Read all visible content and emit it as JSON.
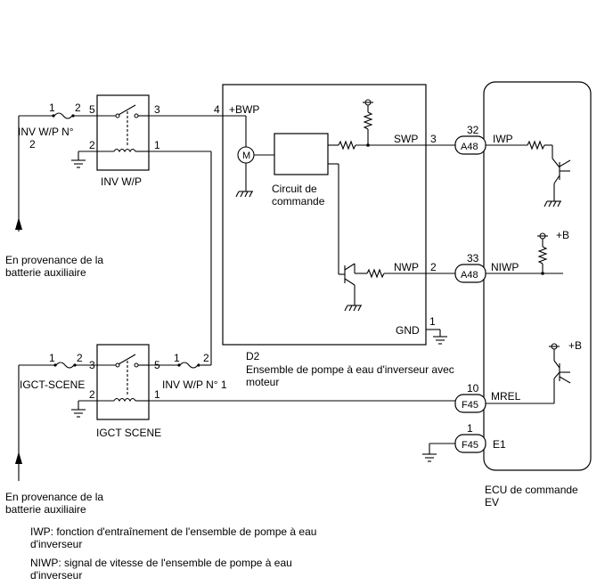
{
  "left_top": {
    "fuse_pins": [
      "1",
      "2"
    ],
    "fuse_name_line1": "INV W/P N°",
    "fuse_name_line2": "2",
    "relay_pins": [
      "5",
      "3",
      "2",
      "1"
    ],
    "relay_name": "INV W/P",
    "source_line1": "En provenance de la",
    "source_line2": "batterie auxiliaire"
  },
  "left_bottom": {
    "fuse1_pins": [
      "1",
      "2"
    ],
    "fuse1_name": "IGCT-SCENE",
    "relay_pins": [
      "3",
      "5",
      "2",
      "1"
    ],
    "relay_name": "IGCT SCENE",
    "fuse2_pins": [
      "1",
      "2"
    ],
    "fuse2_name": "INV W/P N° 1",
    "source_line1": "En provenance de la",
    "source_line2": "batterie auxiliaire"
  },
  "pump": {
    "pin_bwp": "4",
    "label_bwp": "+BWP",
    "motor_symbol": "M",
    "circuit_line1": "Circuit de",
    "circuit_line2": "commande",
    "label_swp": "SWP",
    "pin_swp": "3",
    "label_nwp": "NWP",
    "pin_nwp": "2",
    "label_gnd": "GND",
    "pin_gnd": "1",
    "id": "D2",
    "name_line1": "Ensemble de pompe à eau d'inverseur avec",
    "name_line2": "moteur"
  },
  "ecu": {
    "connectors": [
      {
        "pin": "32",
        "code": "A48",
        "signal": "IWP"
      },
      {
        "pin": "33",
        "code": "A48",
        "signal": "NIWP"
      },
      {
        "pin": "10",
        "code": "F45",
        "signal": "MREL"
      },
      {
        "pin": "1",
        "code": "F45",
        "signal": "E1"
      }
    ],
    "plus_b_1": "+B",
    "plus_b_2": "+B",
    "name_line1": "ECU de commande",
    "name_line2": "EV"
  },
  "legend": {
    "iwp_line1": "IWP: fonction d'entraînement de l'ensemble de pompe à eau",
    "iwp_line2": "d'inverseur",
    "niwp_line1": "NIWP: signal de vitesse de l'ensemble de pompe à eau",
    "niwp_line2": "d'inverseur"
  }
}
